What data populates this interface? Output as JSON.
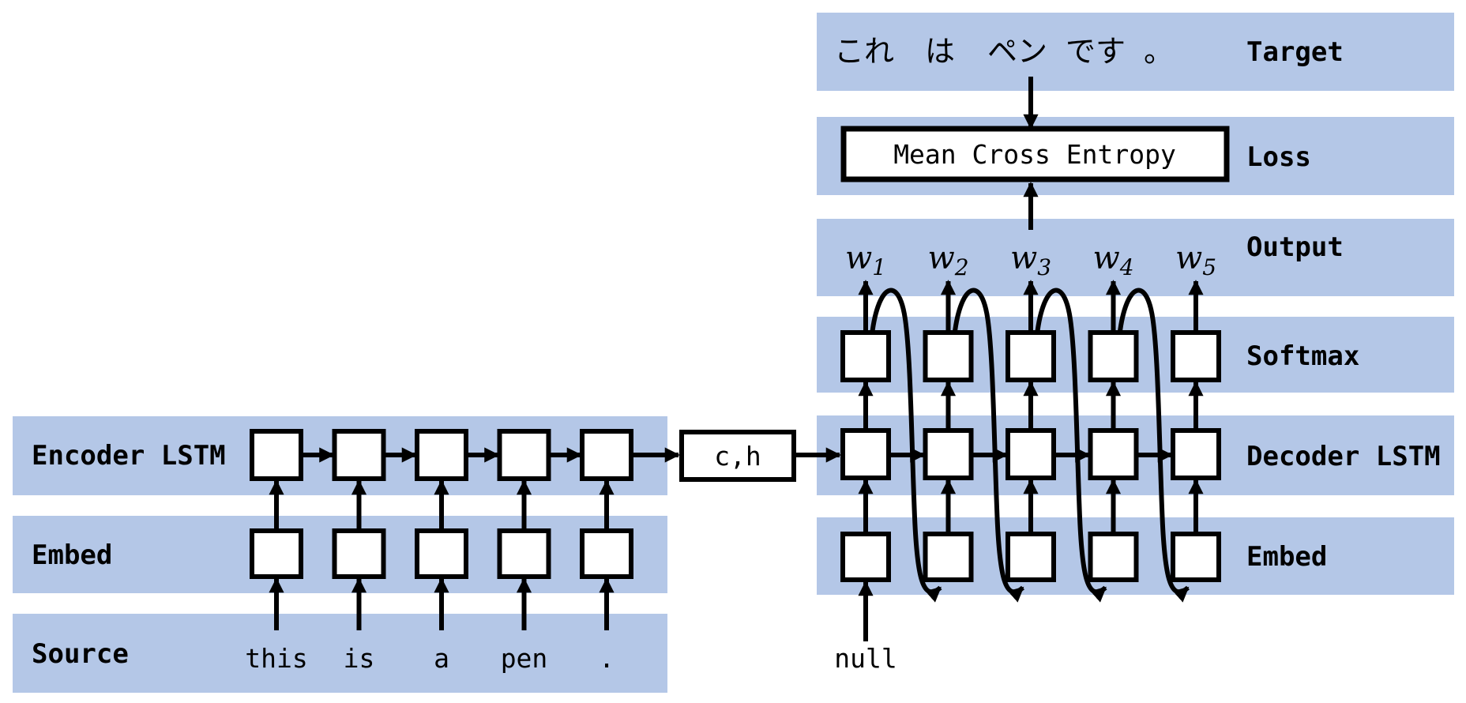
{
  "colors": {
    "band": "#b4c7e7",
    "line": "#000000",
    "box_fill": "#ffffff",
    "background": "#ffffff",
    "text": "#000000"
  },
  "labels": {
    "encoder": "Encoder LSTM",
    "embed_left": "Embed",
    "source": "Source",
    "target": "Target",
    "loss": "Loss",
    "output": "Output",
    "softmax": "Softmax",
    "decoder": "Decoder LSTM",
    "embed_right": "Embed"
  },
  "source": {
    "words": [
      "this",
      "is",
      "a",
      "pen",
      "."
    ]
  },
  "target": {
    "words": [
      "これ",
      "は",
      "ペン",
      "です",
      "。"
    ]
  },
  "loss_box": {
    "text": "Mean Cross Entropy"
  },
  "state_box": {
    "text": "c,h"
  },
  "decoder_input": {
    "text": "null"
  },
  "output_words": [
    {
      "base": "w",
      "sub": "1"
    },
    {
      "base": "w",
      "sub": "2"
    },
    {
      "base": "w",
      "sub": "3"
    },
    {
      "base": "w",
      "sub": "4"
    },
    {
      "base": "w",
      "sub": "5"
    }
  ]
}
